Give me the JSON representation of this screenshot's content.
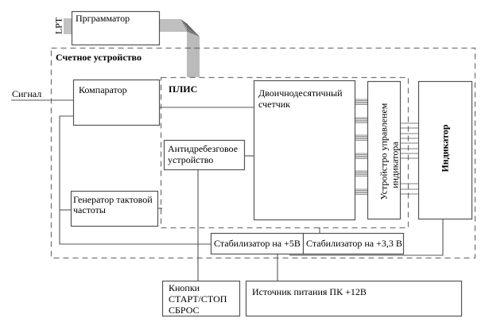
{
  "diagram": {
    "outer_group": {
      "label": "Счетное устройство"
    },
    "fpga_group": {
      "label": "ПЛИС"
    },
    "blocks": {
      "programmer": {
        "label": "Прграмматор",
        "port_label": "LPT"
      },
      "comparator": {
        "label": "Компаратор"
      },
      "signal_input": {
        "label": "Сигнал"
      },
      "counter": {
        "line1": "Двоичнодесятичный",
        "line2": "счетчик"
      },
      "indicator_control": {
        "line1": "Устройстро управленем",
        "line2": "индикатора"
      },
      "indicator": {
        "label": "Индикатор"
      },
      "debounce": {
        "line1": "Антидребезговое",
        "line2": "устройство"
      },
      "clock_generator": {
        "line1": "Генератор тактовой",
        "line2": "частоты"
      },
      "stabilizer_5v": {
        "label": "Стабилизатор на +5В"
      },
      "stabilizer_3v3": {
        "label": "Стабилизатор на +3,3 В"
      },
      "buttons": {
        "line1": "Кнопки",
        "line2": "СТАРТ/СТОП",
        "line3": "СБРОС"
      },
      "power_supply": {
        "label": "Источник питания ПК +12В"
      }
    },
    "colors": {
      "line": "#555555",
      "dash": "#777777",
      "box_fill": "#ffffff"
    }
  }
}
